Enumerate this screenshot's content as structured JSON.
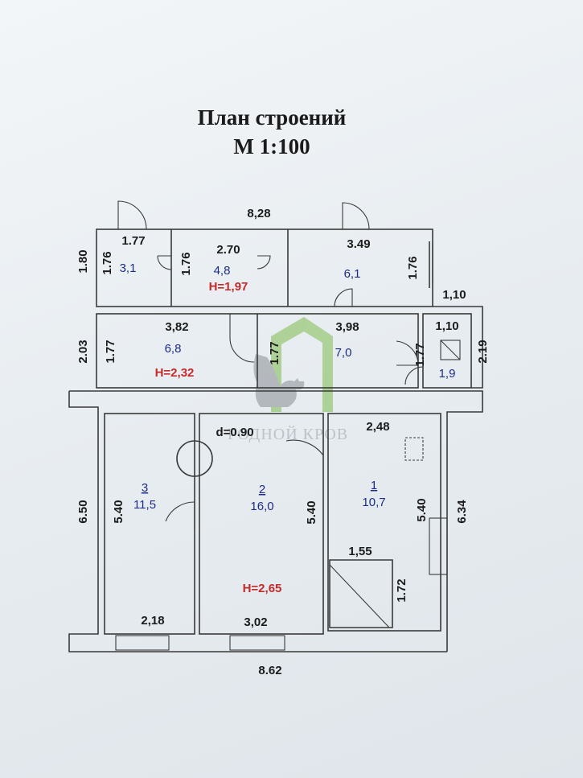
{
  "plan": {
    "title": "План строений",
    "scale": "М 1:100"
  },
  "dimensions": {
    "overall_top": "8,28",
    "overall_bottom": "8.62",
    "left_top_row": "1.80",
    "left_middle_row": "2.03",
    "left_bottom_row": "6.50",
    "right_bottom_row": "6.34",
    "right_small_room": "2.19",
    "bump_width": "1,10",
    "door_width": "d=0.90",
    "room_b1_width": "1.77",
    "room_b1_height": "1.76",
    "room_b2_width": "2.70",
    "room_b2_height": "1.76",
    "room_b3_width": "3.49",
    "room_b3_height": "1.76",
    "room_m1_width": "3,82",
    "room_m1_height": "1.77",
    "room_m2_width": "3,98",
    "room_m2_height": "1.77",
    "room_m2_height_right": "1.77",
    "room_m3_width": "1,10",
    "room_3_height": "5.40",
    "room_3_width": "2,18",
    "room_2_height": "5.40",
    "room_2_width": "3,02",
    "room_1_width_top": "2,48",
    "room_1_height": "5.40",
    "stair_width": "1,55",
    "stair_height": "1.72"
  },
  "areas": {
    "b1": "3,1",
    "b2": "4,8",
    "b3": "6,1",
    "m1": "6,8",
    "m2": "7,0",
    "m3": "1,9",
    "r3_num": "3",
    "r3": "11,5",
    "r2_num": "2",
    "r2": "16,0",
    "r1_num": "1",
    "r1": "10,7"
  },
  "heights": {
    "top_row": "H=1,97",
    "middle_row": "H=2,32",
    "bottom_row": "H=2,65"
  },
  "watermark": {
    "text": "РОДНОЙ КРОВ",
    "house_color": "#7dbb4e",
    "cat_color": "#8a8f95"
  },
  "colors": {
    "area_text": "#1d2d86",
    "height_text": "#c42a2a"
  }
}
